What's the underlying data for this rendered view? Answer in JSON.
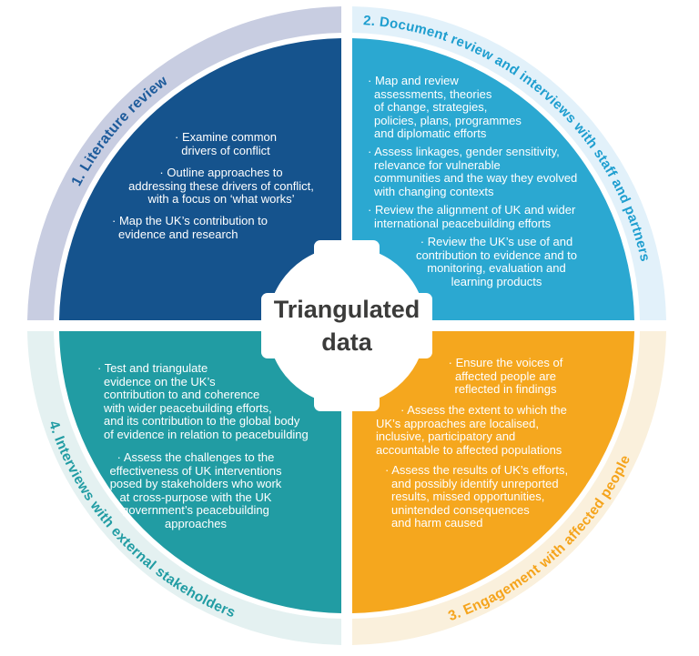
{
  "center": {
    "title": "Triangulated\ndata"
  },
  "text_color": "#FFFFFF",
  "quadrants": [
    {
      "id": "literature-review",
      "label": "1. Literature review",
      "colors": {
        "disc": "#15538D",
        "band": "#C8CDE1",
        "label": "#1D5B9B"
      },
      "bullets": [
        "· Examine common\ndrivers of conflict",
        "· Outline approaches to\naddressing these drivers of conflict,\nwith a focus on ‘what works’",
        "· Map the UK’s contribution to\nevidence and research"
      ]
    },
    {
      "id": "document-review-staff-interviews",
      "label": "2. Document review and interviews with staff and partners",
      "colors": {
        "disc": "#2BA8D1",
        "band": "#E2F1FA",
        "label": "#1E9ECF"
      },
      "bullets": [
        "· Map and review\nassessments, theories\nof change, strategies,\npolicies, plans, programmes\nand diplomatic efforts",
        "· Assess linkages, gender sensitivity,\nrelevance for vulnerable\ncommunities and the way they evolved\nwith changing contexts",
        "· Review the alignment of UK and wider\ninternational peacebuilding efforts",
        "· Review the UK’s use of and\ncontribution to evidence and to\nmonitoring, evaluation and\nlearning products"
      ]
    },
    {
      "id": "engagement-affected-people",
      "label": "3. Engagement with affected people",
      "colors": {
        "disc": "#F5A71E",
        "band": "#FAF0DC",
        "label": "#F5A41C"
      },
      "bullets": [
        "· Ensure the voices of\naffected people are\nreflected in findings",
        "· Assess the extent to which the\nUK’s approaches are localised,\ninclusive, participatory and\naccountable to affected populations",
        "· Assess the results of UK’s efforts,\nand possibly identify unreported\nresults, missed opportunities,\nunintended consequences\nand harm caused"
      ]
    },
    {
      "id": "interviews-external-stakeholders",
      "label": "4. Interviews with external stakeholders",
      "colors": {
        "disc": "#219CA3",
        "band": "#E4F1F1",
        "label": "#219CA3"
      },
      "bullets": [
        "· Test and triangulate\nevidence on the UK’s\ncontribution to and coherence\nwith wider peacebuilding efforts,\nand its contribution to the global body\nof evidence in relation to peacebuilding",
        "· Assess the challenges to the\neffectiveness of UK interventions\nposed by stakeholders who work\nat cross-purpose with the UK\ngovernment’s peacebuilding\napproaches"
      ]
    }
  ]
}
